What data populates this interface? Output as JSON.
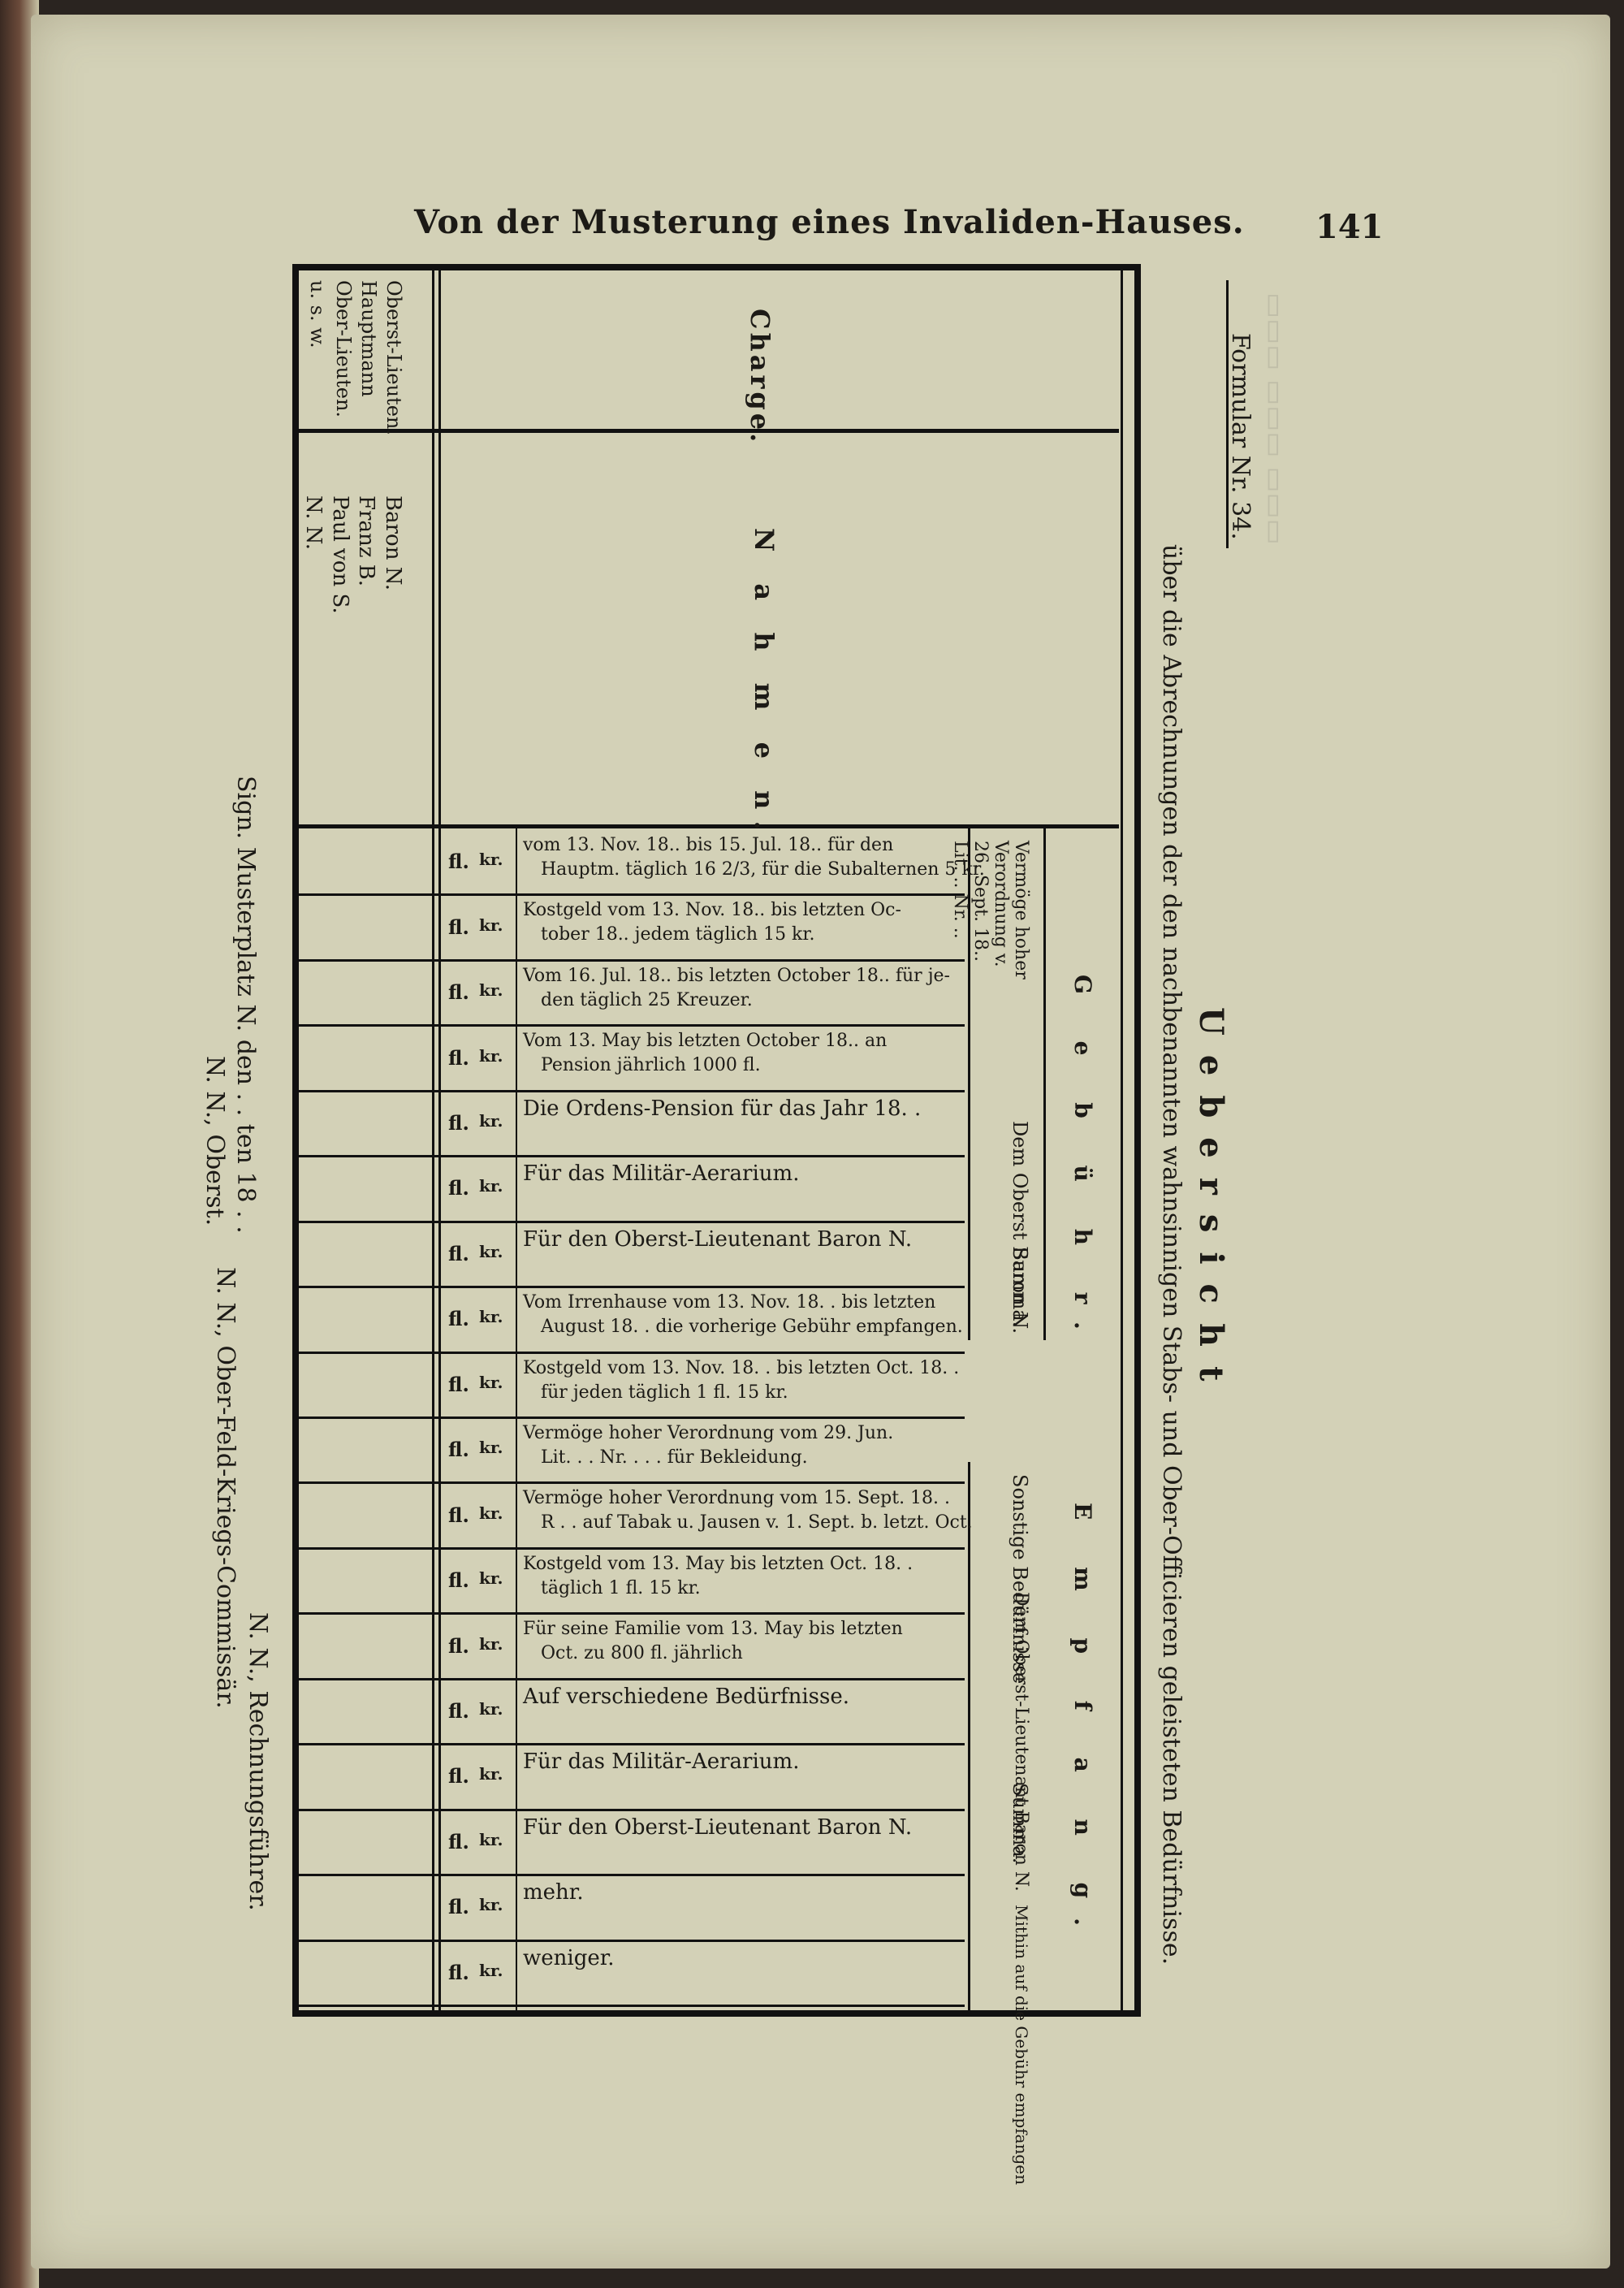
{
  "page": {
    "running_head": "Von der Musterung eines Invaliden-Hauses.",
    "page_number": "141"
  },
  "form": {
    "number": "Formular Nr. 34.",
    "title": "Uebersicht",
    "subtitle": "über die Abrechnungen der den nachbenannten wahnsinnigen Stabs- und Ober-Officieren geleisteten Bedürfnisse."
  },
  "table": {
    "charge_header": "Charge.",
    "charges": [
      "Oberst-Lieuten.",
      "Hauptmann",
      "Ober-Lieuten.",
      "u. s. w."
    ],
    "names_header": "N a h m e n.",
    "names": [
      "Baron N.",
      "Franz B.",
      "Paul von S.",
      "N. N."
    ],
    "group_gebuehr": "G e b ü h r.",
    "group_empfang": "E m p f a n g.",
    "sub_vermoege": "Vermöge hoher Verordnung v. 26. Sept. 18.. Lit. .. Nr. ..",
    "sub_dem_oberst": "Dem Oberst Baron N.",
    "sub_summa": "Summa.",
    "sub_sonstige": "Sonstige Bedürfnisse",
    "sub_dem_oberst_lieut": "Dem Oberst-Lieutenant Baron N.",
    "sub_summa2": "Summa.",
    "sub_mithin": "Mithin auf die Gebühr empfangen",
    "units": {
      "fl": "fl.",
      "kr": "kr."
    },
    "rows": [
      [
        "vom 13. Nov. 18.. bis 15. Jul. 18.. für den",
        "Hauptm. täglich 16 2/3, für die Subalternen 5 kr."
      ],
      [
        "Kostgeld vom 13. Nov. 18.. bis letzten Oc-",
        "tober 18.. jedem täglich 15 kr."
      ],
      [
        "Vom 16. Jul. 18.. bis letzten October 18.. für je-",
        "den täglich 25 Kreuzer."
      ],
      [
        "Vom 13. May bis letzten October 18.. an",
        "Pension jährlich 1000 fl."
      ],
      [
        "Die Ordens-Pension für das Jahr 18. ."
      ],
      [
        "Für das Militär-Aerarium."
      ],
      [
        "Für den Oberst-Lieutenant Baron N."
      ],
      [
        "Vom Irrenhause vom 13. Nov. 18. . bis letzten",
        "August 18. . die vorherige Gebühr empfangen."
      ],
      [
        "Kostgeld vom 13. Nov. 18. . bis letzten Oct. 18. .",
        "für jeden täglich 1 fl. 15 kr."
      ],
      [
        "Vermöge hoher Verordnung vom 29. Jun.",
        "Lit. . . Nr. . . . für Bekleidung."
      ],
      [
        "Vermöge hoher Verordnung vom 15. Sept. 18. .",
        "R . . auf Tabak u. Jausen v. 1. Sept. b. letzt. Oct."
      ],
      [
        "Kostgeld vom 13. May bis letzten Oct. 18. .",
        "täglich 1 fl. 15 kr."
      ],
      [
        "Für seine Familie vom 13. May bis letzten",
        "Oct. zu 800 fl. jährlich"
      ],
      [
        "Auf verschiedene Bedürfnisse."
      ],
      [
        "Für das Militär-Aerarium."
      ],
      [
        "Für den Oberst-Lieutenant Baron N."
      ],
      [
        "mehr."
      ],
      [
        "weniger."
      ]
    ]
  },
  "signatures": {
    "place_line": "Sign. Musterplatz N. den . . ten 18 . .",
    "oberst": "N. N., Oberst.",
    "rechnungsfuehrer": "N. N., Rechnungsführer.",
    "kommissaer": "N. N., Ober-Feld-Kriegs-Commissär."
  }
}
